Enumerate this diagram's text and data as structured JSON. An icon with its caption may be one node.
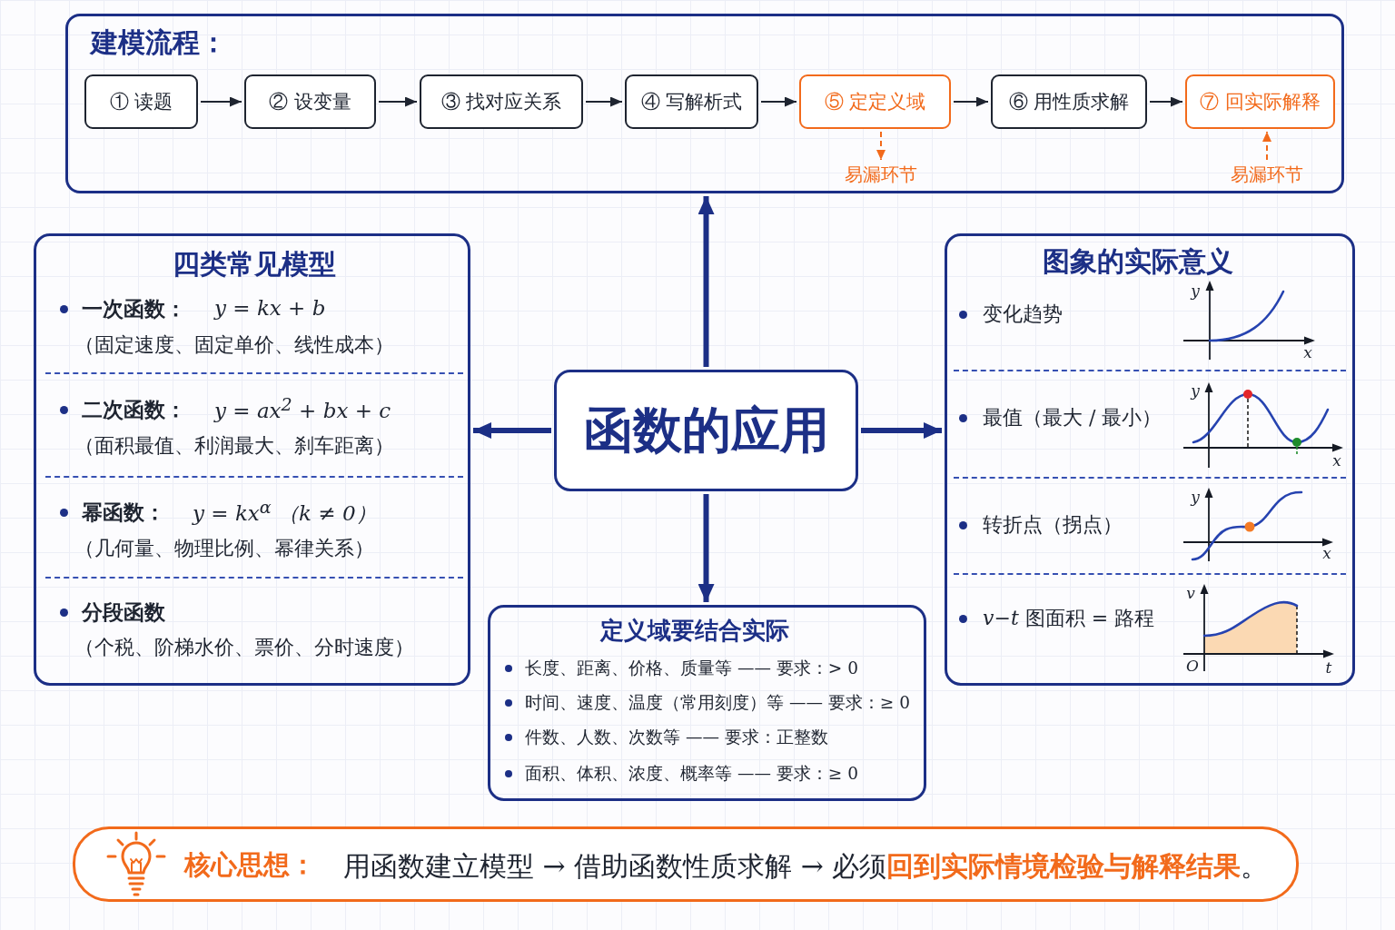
{
  "diagram": {
    "nodes": [
      {
        "text": [
          "建模流程："
        ]
      },
      {
        "text": [
          "① 读题"
        ],
        "in": 0
      },
      {
        "text": [
          "② 设变量"
        ],
        "in": 0
      },
      {
        "text": [
          "③ 找对应关系"
        ],
        "in": 0
      },
      {
        "text": [
          "④ 写解析式"
        ],
        "in": 0
      },
      {
        "text": [
          "⑤ 定定义域"
        ],
        "in": 0
      },
      {
        "text": [
          "⑥ 用性质求解"
        ],
        "in": 0
      },
      {
        "text": [
          "⑦ 回实际解释"
        ],
        "in": 0
      },
      {
        "text": [
          "易漏环节"
        ],
        "in": 0
      },
      {
        "text": [
          "易漏环节"
        ],
        "in": 0
      },
      {
        "text": [
          "四类常见模型",
          "一次函数：",
          "y = kx + b",
          "（固定速度、固定单价、线性成本）",
          "二次函数：",
          "y = ax$^{2}$ + bx + c",
          "（面积最值、利润最大、刹车距离）",
          "幂函数：",
          "y = kx$^{α}$ （k ≠ 0）",
          "（几何量、物理比例、幂律关系）",
          "分段函数",
          "（个税、阶梯水价、票价、分时速度）"
        ]
      },
      {
        "text": [
          "函数的应用"
        ]
      },
      {
        "text": [
          "图象的实际意义",
          "变化趋势",
          "最值（最大 / 最小）",
          "转折点（拐点）",
          "*v*−*t* 图面积 = 路程"
        ]
      },
      {
        "text": [
          "定义域要结合实际",
          "长度、距离、价格、质量等 —— 要求：> 0",
          "时间、速度、温度（常用刻度）等 —— 要求：≥ 0",
          "件数、人数、次数等 —— 要求：正整数",
          "面积、体积、浓度、概率等 —— 要求：≥ 0"
        ]
      },
      {
        "text": [
          "核心思想：",
          "用函数建立模型 → 借助函数性质求解 → 必须**回到实际情境检验与解释结果**。"
        ]
      }
    ],
    "edges": [
      {
        "from": 1,
        "to": 2,
        "arrow": "to"
      },
      {
        "from": 2,
        "to": 3,
        "arrow": "to"
      },
      {
        "from": 3,
        "to": 4,
        "arrow": "to"
      },
      {
        "from": 4,
        "to": 5,
        "arrow": "to"
      },
      {
        "from": 5,
        "to": 6,
        "arrow": "to"
      },
      {
        "from": 6,
        "to": 7,
        "arrow": "to"
      },
      {
        "from": 5,
        "to": 8,
        "arrow": "to",
        "style": "dashed",
        "color": "#f26a1b"
      },
      {
        "from": 9,
        "to": 7,
        "arrow": "to",
        "style": "dashed",
        "color": "#f26a1b"
      },
      {
        "from": 11,
        "to": 0,
        "arrow": "to",
        "style": "thick",
        "color": "#1c2f86"
      },
      {
        "from": 11,
        "to": 10,
        "arrow": "to",
        "style": "thick",
        "color": "#1c2f86"
      },
      {
        "from": 11,
        "to": 12,
        "arrow": "to",
        "style": "thick",
        "color": "#1c2f86"
      },
      {
        "from": 11,
        "to": 13,
        "arrow": "to",
        "style": "thick",
        "color": "#1c2f86"
      }
    ],
    "labels": [
      "y",
      "x",
      "y",
      "x",
      "y",
      "x",
      "v",
      "O",
      "t"
    ]
  }
}
